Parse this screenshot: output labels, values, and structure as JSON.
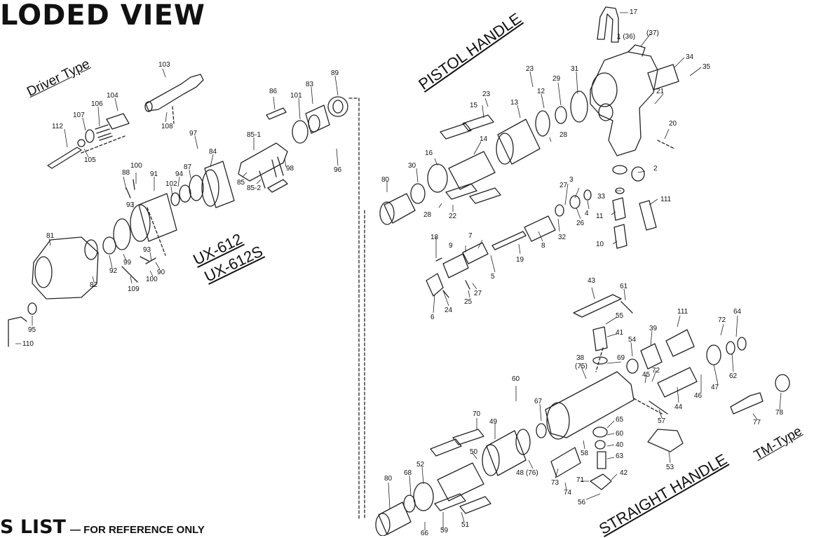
{
  "title": "LODED VIEW",
  "parts_list": {
    "heading": "S LIST",
    "note": "— FOR REFERENCE ONLY"
  },
  "sections": {
    "driver_type": "Driver Type",
    "pistol_handle": "PISTOL HANDLE",
    "ux612": "UX-612",
    "ux612s": "UX-612S",
    "straight_handle": "STRAIGHT HANDLE",
    "tm_type": "TM-Type"
  },
  "part_numbers": [
    "17",
    "1 (36)",
    "(37)",
    "34",
    "35",
    "21",
    "20",
    "2",
    "33",
    "111",
    "11",
    "10",
    "23",
    "29",
    "31",
    "12",
    "13",
    "15",
    "23",
    "28",
    "14",
    "16",
    "30",
    "80",
    "28",
    "22",
    "3",
    "27",
    "4",
    "26",
    "32",
    "8",
    "7",
    "9",
    "18",
    "19",
    "5",
    "27",
    "25",
    "24",
    "6",
    "103",
    "104",
    "106",
    "107",
    "112",
    "105",
    "108",
    "89",
    "86",
    "83",
    "101",
    "97",
    "85-1",
    "84",
    "87",
    "98",
    "96",
    "85",
    "85-2",
    "100",
    "88",
    "91",
    "94",
    "102",
    "93",
    "81",
    "92",
    "82",
    "99",
    "93",
    "90",
    "100",
    "109",
    "95",
    "110",
    "43",
    "61",
    "55",
    "111",
    "41",
    "39",
    "54",
    "69",
    "38",
    "(75)",
    "72",
    "64",
    "45",
    "72",
    "62",
    "46",
    "47",
    "44",
    "78",
    "77",
    "57",
    "60",
    "67",
    "70",
    "65",
    "60",
    "49",
    "40",
    "63",
    "50",
    "48 (76)",
    "58",
    "68",
    "52",
    "73",
    "74",
    "71",
    "42",
    "56",
    "53",
    "80",
    "51",
    "66",
    "59"
  ]
}
